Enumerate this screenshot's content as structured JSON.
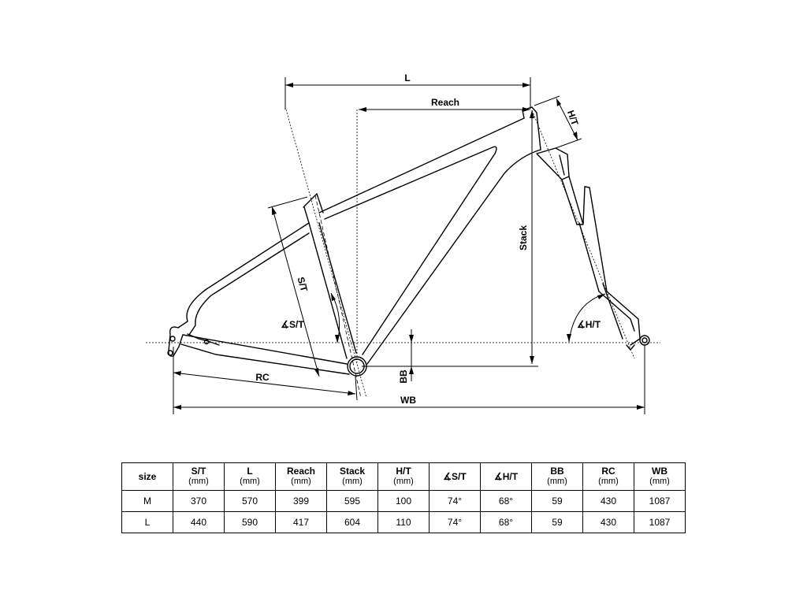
{
  "diagram": {
    "labels": {
      "l": "L",
      "reach": "Reach",
      "ht": "H/T",
      "stack": "Stack",
      "st": "S/T",
      "st_angle": "∡S/T",
      "ht_angle": "∡H/T",
      "bb": "BB",
      "rc": "RC",
      "wb": "WB"
    }
  },
  "table": {
    "size_header": "size",
    "unit": "(mm)",
    "columns": [
      {
        "label": "S/T",
        "unit": "(mm)"
      },
      {
        "label": "L",
        "unit": "(mm)"
      },
      {
        "label": "Reach",
        "unit": "(mm)"
      },
      {
        "label": "Stack",
        "unit": "(mm)"
      },
      {
        "label": "H/T",
        "unit": "(mm)"
      },
      {
        "label": "∡S/T",
        "unit": ""
      },
      {
        "label": "∡H/T",
        "unit": ""
      },
      {
        "label": "BB",
        "unit": "(mm)"
      },
      {
        "label": "RC",
        "unit": "(mm)"
      },
      {
        "label": "WB",
        "unit": "(mm)"
      }
    ],
    "rows": [
      {
        "size": "M",
        "values": [
          "370",
          "570",
          "399",
          "595",
          "100",
          "74°",
          "68°",
          "59",
          "430",
          "1087"
        ]
      },
      {
        "size": "L",
        "values": [
          "440",
          "590",
          "417",
          "604",
          "110",
          "74°",
          "68°",
          "59",
          "430",
          "1087"
        ]
      }
    ]
  }
}
